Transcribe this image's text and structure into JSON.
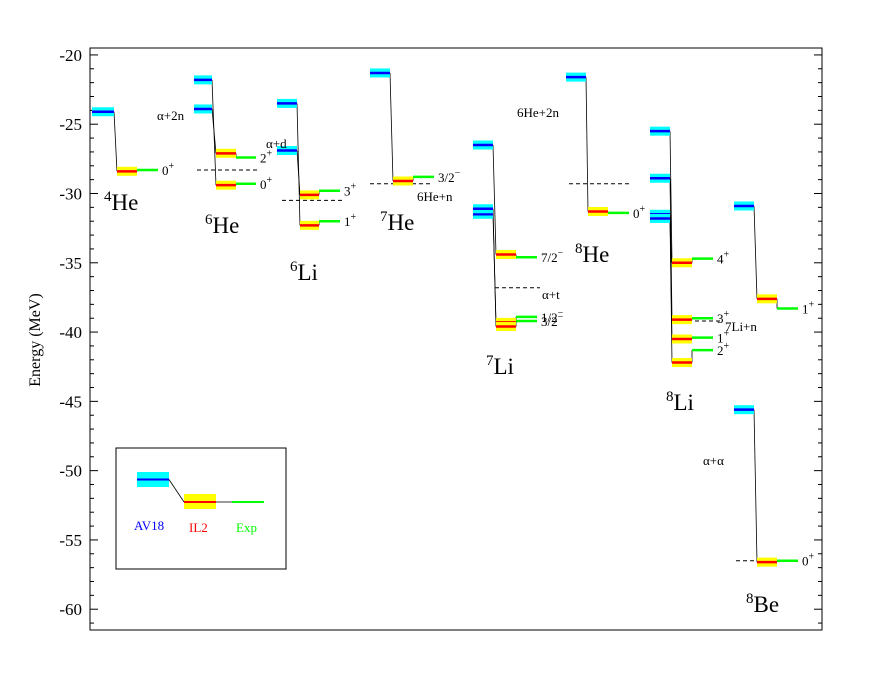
{
  "chart_data": {
    "type": "level-diagram",
    "ylabel": "Energy (MeV)",
    "ylim": [
      -61.5,
      -19.5
    ],
    "yticks": [
      -20,
      -25,
      -30,
      -35,
      -40,
      -45,
      -50,
      -55,
      -60
    ],
    "ytick_labels": [
      "-20",
      "-25",
      "-30",
      "-35",
      "-40",
      "-45",
      "-50",
      "-55",
      "-60"
    ],
    "legend": {
      "position": "bottom-left",
      "entries": [
        {
          "key": "av18",
          "name": "AV18",
          "color": "#0000ff",
          "band": "#00ffff"
        },
        {
          "key": "il2",
          "name": "IL2",
          "color": "#ff0000",
          "band": "#ffff00"
        },
        {
          "key": "exp",
          "name": "Exp",
          "color": "#00ff00",
          "band": ""
        }
      ]
    },
    "nuclei": [
      {
        "id": "4He",
        "mass": "4",
        "symbol": "He",
        "levels": [
          {
            "jp": "0",
            "parity": "+",
            "av18": -24.1,
            "il2": -28.4,
            "exp": -28.3
          }
        ],
        "thresholds": []
      },
      {
        "id": "6He",
        "mass": "6",
        "symbol": "He",
        "levels": [
          {
            "jp": "2",
            "parity": "+",
            "av18": -23.9,
            "il2": -27.1,
            "exp": -27.4
          },
          {
            "jp": "0",
            "parity": "+",
            "av18": -21.8,
            "il2": -29.4,
            "exp": -29.3
          }
        ],
        "thresholds": [
          {
            "label": "α+2n",
            "energy": -28.3
          }
        ]
      },
      {
        "id": "6Li",
        "mass": "6",
        "symbol": "Li",
        "levels": [
          {
            "jp": "3",
            "parity": "+",
            "av18": -26.9,
            "il2": -30.1,
            "exp": -29.8
          },
          {
            "jp": "1",
            "parity": "+",
            "av18": -23.5,
            "il2": -32.3,
            "exp": -32.0
          }
        ],
        "thresholds": [
          {
            "label": "α+d",
            "energy": -30.5
          }
        ]
      },
      {
        "id": "7He",
        "mass": "7",
        "symbol": "He",
        "levels": [
          {
            "jp": "3/2",
            "parity": "−",
            "av18": -21.3,
            "il2": -29.1,
            "exp": -28.8
          }
        ],
        "thresholds": [
          {
            "label": "6He+n",
            "energy": -29.3
          }
        ]
      },
      {
        "id": "7Li",
        "mass": "7",
        "symbol": "Li",
        "levels": [
          {
            "jp": "7/2",
            "parity": "−",
            "av18": -26.5,
            "il2": -34.4,
            "exp": -34.6
          },
          {
            "jp": "1/2",
            "parity": "−",
            "av18": -31.5,
            "il2": -39.3,
            "exp": -38.9
          },
          {
            "jp": "3/2",
            "parity": "−",
            "av18": -31.1,
            "il2": -39.6,
            "exp": -39.2
          }
        ],
        "thresholds": [
          {
            "label": "α+t",
            "energy": -36.8
          }
        ]
      },
      {
        "id": "8He",
        "mass": "8",
        "symbol": "He",
        "levels": [
          {
            "jp": "0",
            "parity": "+",
            "av18": -21.6,
            "il2": -31.3,
            "exp": -31.4
          }
        ],
        "thresholds": [
          {
            "label": "6He+2n",
            "energy": -29.3
          }
        ]
      },
      {
        "id": "8Li",
        "mass": "8",
        "symbol": "Li",
        "levels": [
          {
            "jp": "4",
            "parity": "+",
            "av18": -25.5,
            "il2": -35.0,
            "exp": -34.7
          },
          {
            "jp": "3",
            "parity": "+",
            "av18": -28.9,
            "il2": -39.1,
            "exp": -39.0
          },
          {
            "jp": "1",
            "parity": "+",
            "av18": -31.5,
            "il2": -40.5,
            "exp": -40.4
          },
          {
            "jp": "2",
            "parity": "+",
            "av18": -31.8,
            "il2": -42.2,
            "exp": -41.3
          }
        ],
        "thresholds": [
          {
            "label": "7Li+n",
            "energy": -39.2
          }
        ]
      },
      {
        "id": "8Be",
        "mass": "8",
        "symbol": "Be",
        "levels": [
          {
            "jp": "0",
            "parity": "+",
            "av18": -45.6,
            "il2": -56.6,
            "exp": -56.5
          }
        ],
        "thresholds": [
          {
            "label": "α+α",
            "energy": -56.5
          }
        ]
      },
      {
        "id": "8Be-1plus",
        "mass": "",
        "symbol": "",
        "levels": [
          {
            "jp": "1",
            "parity": "+",
            "av18": -30.9,
            "il2": -37.6,
            "exp": -38.3
          }
        ],
        "thresholds": []
      }
    ]
  }
}
